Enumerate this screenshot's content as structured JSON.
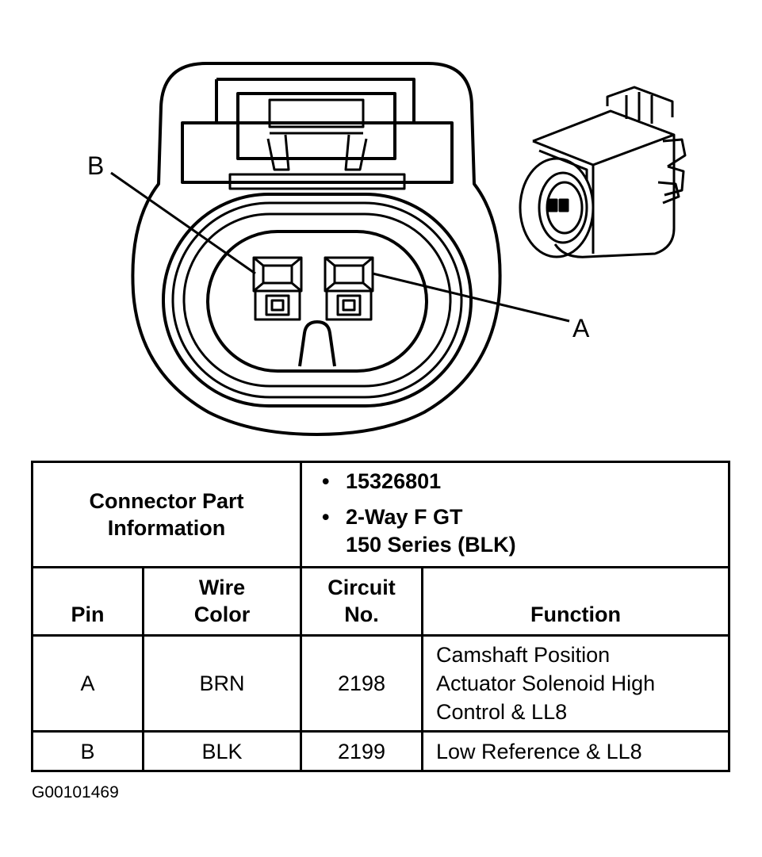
{
  "callouts": {
    "b": "B",
    "a": "A"
  },
  "table": {
    "part_info_label": [
      "Connector Part",
      "Information"
    ],
    "part_info": {
      "bullet": "•",
      "part_number": "15326801",
      "description_line1": "2-Way F GT",
      "description_line2": "150 Series (BLK)"
    },
    "headers": {
      "pin": "Pin",
      "wire_color": [
        "Wire",
        "Color"
      ],
      "circuit": [
        "Circuit",
        "No."
      ],
      "function": "Function"
    },
    "rows": [
      {
        "pin": "A",
        "wire_color": "BRN",
        "circuit": "2198",
        "function": [
          "Camshaft Position",
          "Actuator Solenoid High",
          "Control & LL8"
        ]
      },
      {
        "pin": "B",
        "wire_color": "BLK",
        "circuit": "2199",
        "function": [
          "Low Reference & LL8"
        ]
      }
    ]
  },
  "figure_id": "G00101469"
}
